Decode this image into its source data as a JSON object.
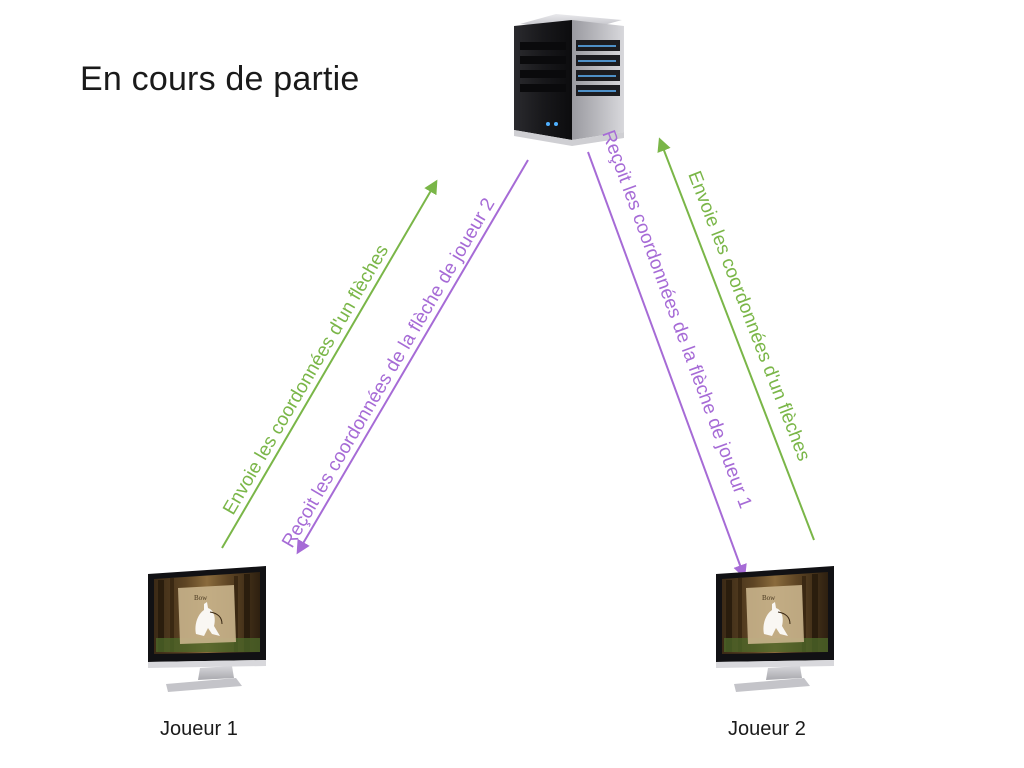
{
  "slide": {
    "title": "En cours de partie"
  },
  "server": {
    "icon": "server-icon"
  },
  "players": [
    {
      "label": "Joueur 1",
      "icon": "monitor-icon",
      "screen_text": "Bow"
    },
    {
      "label": "Joueur 2",
      "icon": "monitor-icon",
      "screen_text": "Bow"
    }
  ],
  "arrows": {
    "p1_send": {
      "label": "Envoie les coordonnées d'un flèches",
      "color": "#7ab648"
    },
    "p1_receive": {
      "label": "Reçoit les coordonnées de la flèche de joueur 2",
      "color": "#a66bd6"
    },
    "p2_receive": {
      "label": "Reçoit les coordonnées de la flèche de joueur 1",
      "color": "#a66bd6"
    },
    "p2_send": {
      "label": "Envoie les coordonnées d'un flèches",
      "color": "#7ab648"
    }
  }
}
